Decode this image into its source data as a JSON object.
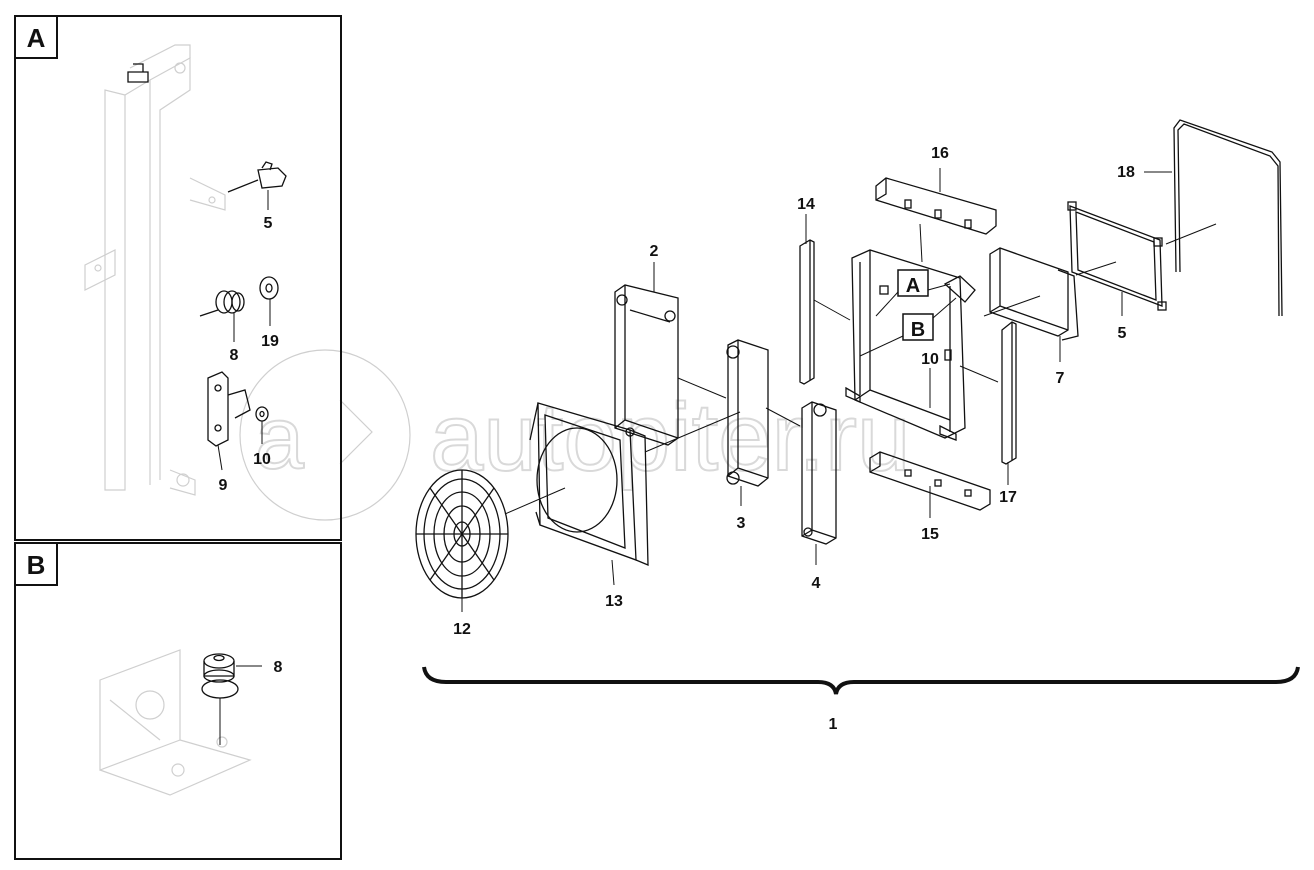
{
  "detail_boxes": {
    "a": {
      "label": "A"
    },
    "b": {
      "label": "B"
    }
  },
  "watermark": "autopiter.ru",
  "assembly_label": "1",
  "callouts": {
    "a_5": "5",
    "a_8": "8",
    "a_19": "19",
    "a_9": "9",
    "a_10": "10",
    "b_8": "8",
    "m_2": "2",
    "m_3": "3",
    "m_4": "4",
    "m_5": "5",
    "m_7": "7",
    "m_10": "10",
    "m_12": "12",
    "m_13": "13",
    "m_14": "14",
    "m_15": "15",
    "m_16": "16",
    "m_17": "17",
    "m_18": "18"
  },
  "view_refs": {
    "a": "A",
    "b": "B"
  }
}
